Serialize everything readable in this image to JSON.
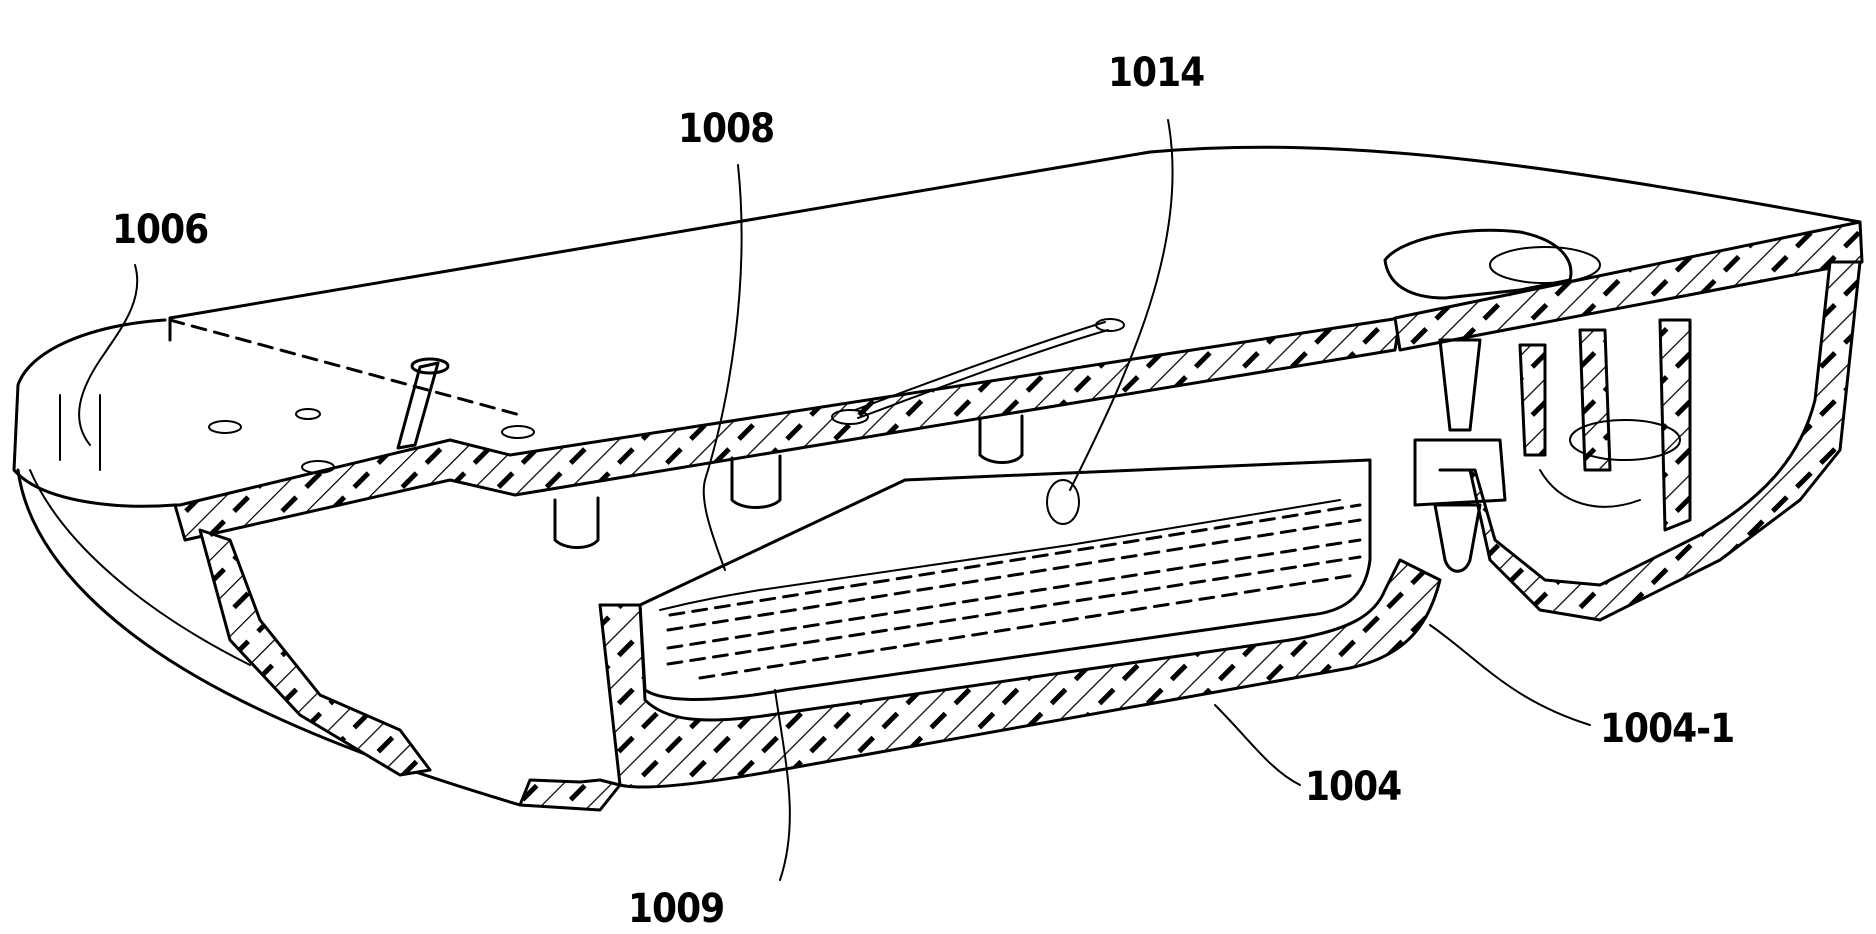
{
  "labels": {
    "l1006": "1006",
    "l1008": "1008",
    "l1014": "1014",
    "l1004_1": "1004-1",
    "l1004": "1004",
    "l1009": "1009"
  }
}
